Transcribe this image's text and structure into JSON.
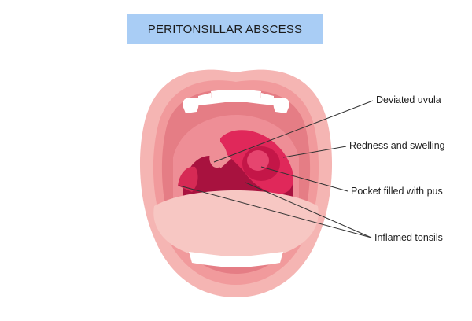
{
  "title": "PERITONSILLAR ABSCESS",
  "labels": {
    "deviated_uvula": "Deviated uvula",
    "redness_swelling": "Redness and swelling",
    "pocket_pus": "Pocket filled with pus",
    "inflamed_tonsils": "Inflamed tonsils"
  },
  "colors": {
    "title_background": "#a9cdf5",
    "lips": "#f5b5b3",
    "mouth_interior": "#e57d85",
    "throat": "#c8194f",
    "abscess": "#e0285a",
    "tongue": "#f7c7c3",
    "teeth": "#ffffff",
    "leader_lines": "#333333"
  }
}
